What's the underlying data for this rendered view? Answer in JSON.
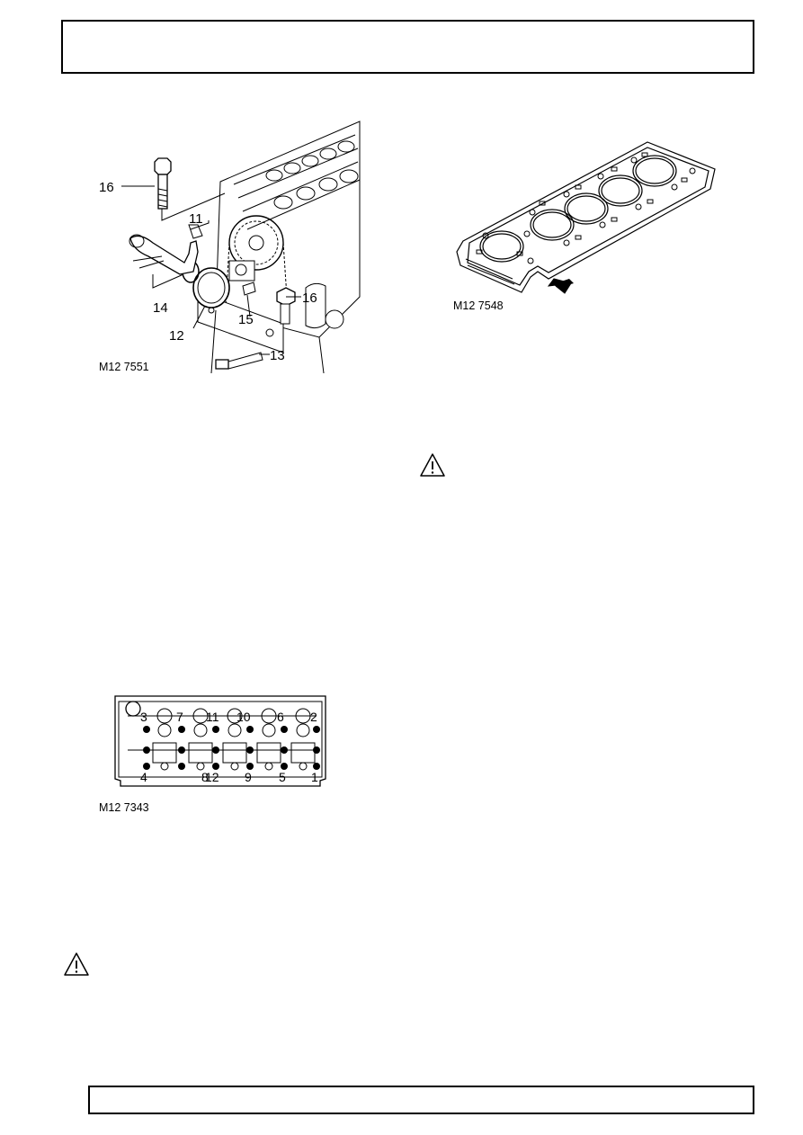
{
  "figures": {
    "fig1": {
      "code": "M12 7551",
      "callouts": [
        "16",
        "11",
        "14",
        "12",
        "15",
        "16",
        "13"
      ]
    },
    "fig2": {
      "code": "M12 7548"
    },
    "fig3": {
      "code": "M12 7343",
      "top_numbers": [
        "3",
        "7",
        "11",
        "10",
        "6",
        "2"
      ],
      "bottom_numbers": [
        "4",
        "8",
        "12",
        "9",
        "5",
        "1"
      ]
    }
  },
  "icons": {
    "warning_1": "warning-triangle-icon",
    "warning_2": "warning-triangle-icon"
  },
  "colors": {
    "line": "#000000",
    "page": "#ffffff"
  }
}
